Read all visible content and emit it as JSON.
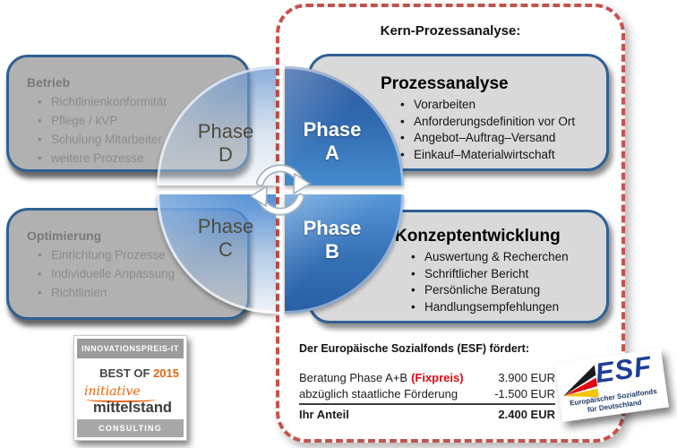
{
  "panel": {
    "title": "Kern-Prozessanalyse:"
  },
  "left_boxes": [
    {
      "title": "Betrieb",
      "items": [
        "Richtlinienkonformität",
        "Pflege / kVP",
        "Schulung Mitarbeiter",
        "weitere Prozesse"
      ]
    },
    {
      "title": "Optimierung",
      "items": [
        "Einrichtung Prozesse",
        "Individuelle Anpassung",
        "Richtlinien"
      ]
    }
  ],
  "right_boxes": [
    {
      "title": "Prozessanalyse",
      "items": [
        "Vorarbeiten",
        "Anforderungsdefinition vor Ort",
        "Angebot–Auftrag–Versand",
        "Einkauf–Materialwirtschaft"
      ]
    },
    {
      "title": "Konzeptentwicklung",
      "items": [
        "Auswertung & Recherchen",
        "Schriftlicher Bericht",
        "Persönliche Beratung",
        "Handlungsempfehlungen"
      ]
    }
  ],
  "phases": [
    {
      "word": "Phase",
      "letter": "D"
    },
    {
      "word": "Phase",
      "letter": "A"
    },
    {
      "word": "Phase",
      "letter": "C"
    },
    {
      "word": "Phase",
      "letter": "B"
    }
  ],
  "funding": {
    "heading": "Der Europäische Sozialfonds (ESF) fördert:",
    "rows": [
      {
        "label": "Beratung Phase A+B",
        "highlight": "(Fixpreis)",
        "amount": "3.900 EUR"
      },
      {
        "label": "abzüglich staatliche Förderung",
        "amount": "-1.500 EUR"
      },
      {
        "label": "Ihr Anteil",
        "amount": "2.400 EUR"
      }
    ]
  },
  "badge": {
    "header": "INNOVATIONSPREIS-IT",
    "best_of": "BEST OF",
    "year": "2015",
    "script": "initiative",
    "brand": "mittelstand",
    "footer": "CONSULTING"
  },
  "esf_logo": {
    "acronym": "ESF",
    "line1": "Europäischer Sozialfonds",
    "line2": "für Deutschland"
  },
  "colors": {
    "dashed_border_red": "#c4524e",
    "fixpreis_red": "#e30613",
    "award_orange": "#e8650d",
    "box_border_blue": "#2f6092",
    "phase_solid_blue": "#3570b5",
    "esf_blue": "#1e3d96",
    "flag_black": "#1a1a1a",
    "flag_red": "#e30613",
    "flag_gold": "#f5c400"
  }
}
